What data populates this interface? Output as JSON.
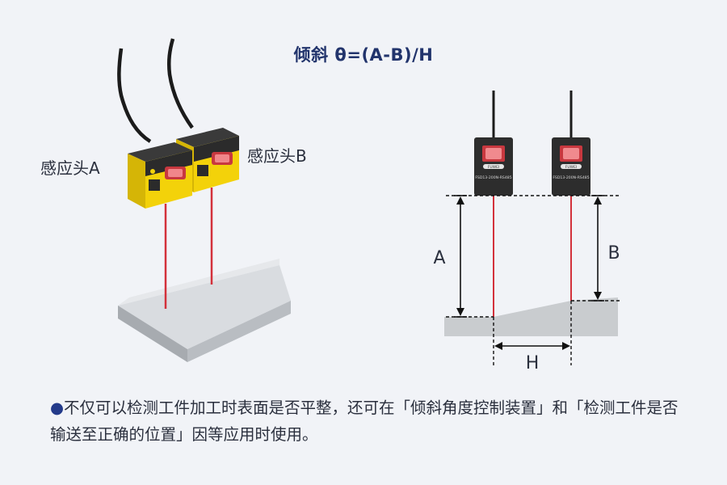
{
  "title": "倾斜 θ=(A-B)/H",
  "left_view": {
    "sensor_a_label": "感应头A",
    "sensor_b_label": "感应头B"
  },
  "right_view": {
    "sensor_model_text": "FSD13-200N-RS485",
    "sensor_logo_text": "FUWEI",
    "dim_a_label": "A",
    "dim_b_label": "B",
    "dim_h_label": "H"
  },
  "caption": {
    "bullet": "●",
    "text": "不仅可以检测工件加工时表面是否平整，还可在「倾斜角度控制装置」和「检测工件是否输送至正确的位置」因等应用时使用。"
  },
  "colors": {
    "title": "#22346c",
    "sensor_yellow": "#f3d20a",
    "sensor_dark": "#2b2b2b",
    "laser": "#d3313b",
    "surface": "#c9cccf",
    "background": "#f1f3f7"
  }
}
